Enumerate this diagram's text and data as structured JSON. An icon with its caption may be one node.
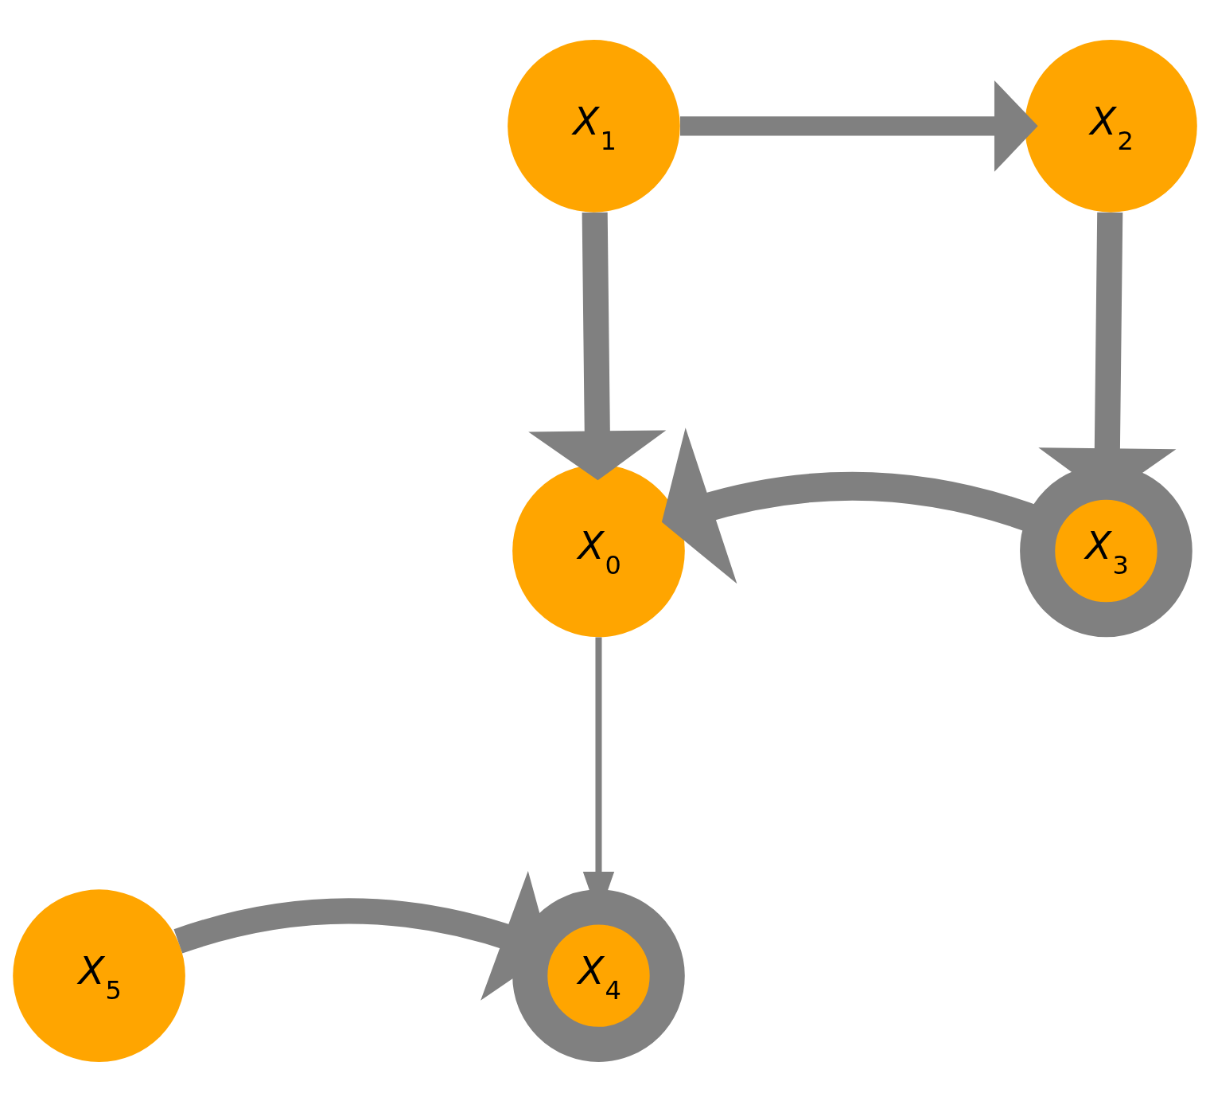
{
  "diagram": {
    "nodes": [
      {
        "text": [
          "*X*$_{1}$"
        ]
      },
      {
        "text": [
          "*X*$_{2}$"
        ]
      },
      {
        "text": [
          "*X*$_{0}$"
        ]
      },
      {
        "text": [
          "*X*$_{3}$"
        ]
      },
      {
        "text": [
          "*X*$_{5}$"
        ]
      },
      {
        "text": [
          "*X*$_{4}$"
        ]
      }
    ],
    "edges": [
      {
        "from": 0,
        "to": 1,
        "arrow": "to"
      },
      {
        "from": 0,
        "to": 2,
        "arrow": "to"
      },
      {
        "from": 1,
        "to": 3,
        "arrow": "to"
      },
      {
        "from": 3,
        "to": 2,
        "arrow": "to"
      },
      {
        "from": 2,
        "to": 5,
        "arrow": "to"
      },
      {
        "from": 4,
        "to": 5,
        "arrow": "to"
      }
    ]
  }
}
